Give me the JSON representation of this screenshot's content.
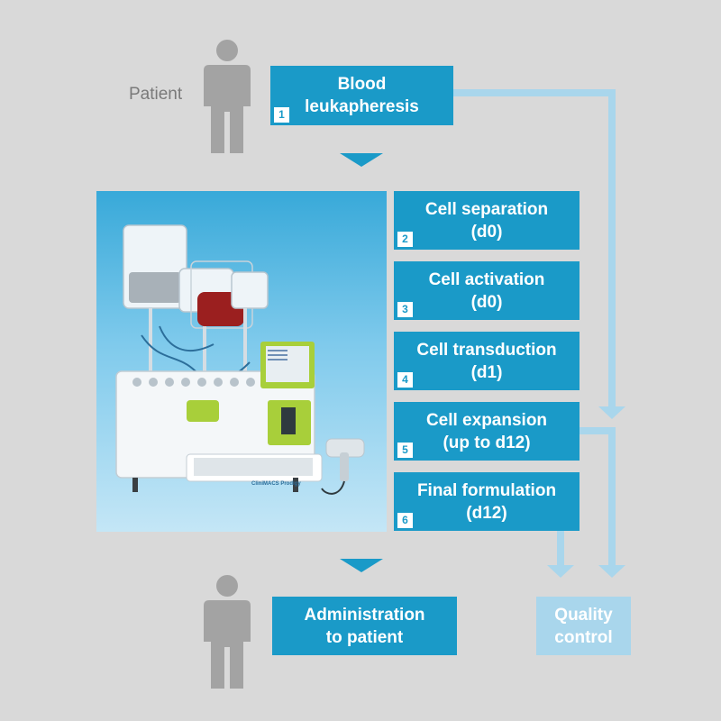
{
  "patient_label": "Patient",
  "steps": [
    {
      "num": "1",
      "line1": "Blood",
      "line2": "leukapheresis"
    },
    {
      "num": "2",
      "line1": "Cell separation",
      "line2": "(d0)"
    },
    {
      "num": "3",
      "line1": "Cell activation",
      "line2": "(d0)"
    },
    {
      "num": "4",
      "line1": "Cell transduction",
      "line2": "(d1)"
    },
    {
      "num": "5",
      "line1": "Cell expansion",
      "line2": "(up to d12)"
    },
    {
      "num": "6",
      "line1": "Final formulation",
      "line2": "(d12)"
    }
  ],
  "administration": {
    "line1": "Administration",
    "line2": "to patient"
  },
  "quality_control": {
    "line1": "Quality",
    "line2": "control"
  },
  "device_label": "CliniMACS Prodigy",
  "colors": {
    "step_box": "#1a9ac8",
    "qc_box": "#a9d6ec",
    "connector": "#a9d6ec",
    "person": "#a3a3a3",
    "background": "#d9d9d9"
  }
}
